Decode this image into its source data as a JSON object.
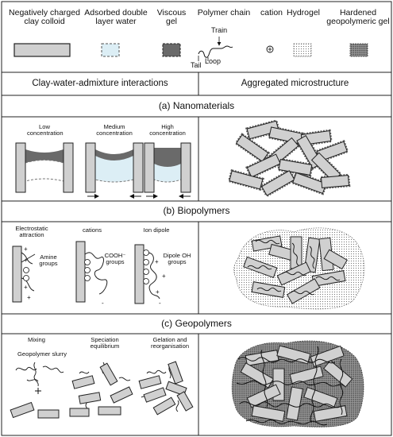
{
  "legend": {
    "clay": "Negatively charged clay colloid",
    "water": "Adsorbed double layer water",
    "gel": "Viscous gel",
    "polymer": "Polymer chain",
    "train": "Train",
    "tail": "Tail",
    "loop": "Loop",
    "cation": "cation",
    "hydrogel": "Hydrogel",
    "geogel": "Hardened geopolymeric gel"
  },
  "headers": {
    "left": "Clay-water-admixture interactions",
    "right": "Aggregated microstructure"
  },
  "sections": {
    "nano": {
      "title": "(a) Nanomaterials",
      "low": "Low concentration",
      "medium": "Medium concentration",
      "high": "High concentration"
    },
    "bio": {
      "title": "(b) Biopolymers",
      "electrostatic": "Electrostatic attraction",
      "amine": "Amine groups",
      "cations": "cations",
      "cooh": "COOH⁻ groups",
      "iondipole": "Ion dipole",
      "dipole": "Dipole OH groups"
    },
    "geo": {
      "title": "(c) Geopolymers",
      "mixing": "Mixing",
      "slurry": "Geopolymer slurry",
      "speciation": "Speciation equilibrium",
      "gelation": "Gelation and reorganisation"
    }
  },
  "colors": {
    "clay": "#d0d0d0",
    "water": "#dceef5",
    "gel": "#6a6a6a"
  }
}
